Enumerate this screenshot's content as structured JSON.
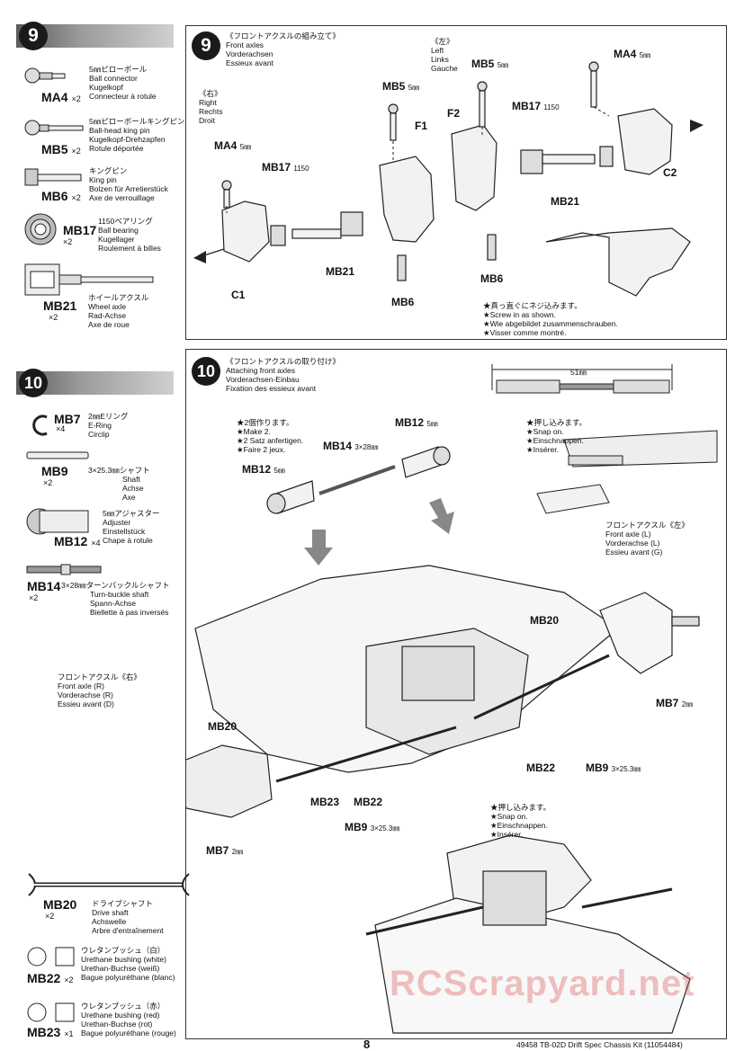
{
  "step9": {
    "number": "9",
    "title_jp": "《フロントアクスルの組み立て》",
    "title_en": "Front axles",
    "title_de": "Vorderachsen",
    "title_fr": "Essieux avant",
    "parts": [
      {
        "code": "MA4",
        "qty": "×2",
        "jp": "5㎜ピローボール",
        "en": "Ball connector",
        "de": "Kugelkopf",
        "fr": "Connecteur à rotule"
      },
      {
        "code": "MB5",
        "qty": "×2",
        "jp": "5㎜ピローボールキングピン",
        "en": "Ball-head king pin",
        "de": "Kugelkopf-Drehzapfen",
        "fr": "Rotule déportée"
      },
      {
        "code": "MB6",
        "qty": "×2",
        "jp": "キングピン",
        "en": "King pin",
        "de": "Bolzen für Arretierstück",
        "fr": "Axe de verrouillage"
      },
      {
        "code": "MB17",
        "qty": "×2",
        "jp": "1150ベアリング",
        "en": "Ball bearing",
        "de": "Kugellager",
        "fr": "Roulement à billes"
      },
      {
        "code": "MB21",
        "qty": "×2",
        "jp": "ホイールアクスル",
        "en": "Wheel axle",
        "de": "Rad-Achse",
        "fr": "Axe de roue"
      }
    ],
    "right_jp": "《右》",
    "right_en": "Right",
    "right_de": "Rechts",
    "right_fr": "Droit",
    "left_jp": "《左》",
    "left_en": "Left",
    "left_de": "Links",
    "left_fr": "Gauche",
    "labels": {
      "ma4": "MA4",
      "mb5": "MB5",
      "mb17": "MB17",
      "n1150": "1150",
      "f1": "F1",
      "f2": "F2",
      "c1": "C1",
      "c2": "C2",
      "mb21": "MB21",
      "mb6": "MB6",
      "mm5": "5㎜"
    },
    "note_jp": "★真っ直ぐにネジ込みます。",
    "note_en": "★Screw in as shown.",
    "note_de": "★Wie abgebildet zusammenschrauben.",
    "note_fr": "★Visser comme montré."
  },
  "step10": {
    "number": "10",
    "title_jp": "《フロントアクスルの取り付け》",
    "title_en": "Attaching front axles",
    "title_de": "Vorderachsen-Einbau",
    "title_fr": "Fixation des essieux avant",
    "parts": [
      {
        "code": "MB7",
        "qty": "×4",
        "jp": "2㎜Eリング",
        "en": "E-Ring",
        "de": "Circlip",
        "fr": ""
      },
      {
        "code": "MB9",
        "qty": "×2",
        "jp": "3×25.3㎜シャフト",
        "en": "Shaft",
        "de": "Achse",
        "fr": "Axe"
      },
      {
        "code": "MB12",
        "qty": "×4",
        "jp": "5㎜アジャスター",
        "en": "Adjuster",
        "de": "Einstellstück",
        "fr": "Chape à rotule"
      },
      {
        "code": "MB14",
        "qty": "×2",
        "jp": "3×28㎜ターンバックルシャフト",
        "en": "Turn-buckle shaft",
        "de": "Spann-Achse",
        "fr": "Biellette à pas inversés"
      }
    ],
    "make2_jp": "★2個作ります。",
    "make2_en": "★Make 2.",
    "make2_de": "★2 Satz anfertigen.",
    "make2_fr": "★Faire 2 jeux.",
    "snap_jp": "★押し込みます。",
    "snap_en": "★Snap on.",
    "snap_de": "★Einschnappen.",
    "snap_fr": "★Insérer.",
    "dim": "51㎜",
    "axle_left_jp": "フロントアクスル《左》",
    "axle_left_en": "Front axle (L)",
    "axle_left_de": "Vorderachse (L)",
    "axle_left_fr": "Essieu avant (G)",
    "axle_right_jp": "フロントアクスル《右》",
    "axle_right_en": "Front axle (R)",
    "axle_right_de": "Vorderachse (R)",
    "axle_right_fr": "Essieu avant (D)",
    "labels": {
      "mb12": "MB12",
      "mb14": "MB14",
      "mb20": "MB20",
      "mb7": "MB7",
      "mb9": "MB9",
      "mb22": "MB22",
      "mb23": "MB23",
      "mm5": "5㎜",
      "mm328": "3×28㎜",
      "mm2": "2㎜",
      "mm325": "3×25.3㎜"
    }
  },
  "bottom_parts": [
    {
      "code": "MB20",
      "qty": "×2",
      "jp": "ドライブシャフト",
      "en": "Drive shaft",
      "de": "Achswelle",
      "fr": "Arbre d'entraînement"
    },
    {
      "code": "MB22",
      "qty": "×2",
      "jp": "ウレタンブッシュ（白）",
      "en": "Urethane bushing (white)",
      "de": "Urethan-Buchse (weiß)",
      "fr": "Bague polyuréthane (blanc)"
    },
    {
      "code": "MB23",
      "qty": "×1",
      "jp": "ウレタンブッシュ（赤）",
      "en": "Urethane bushing (red)",
      "de": "Urethan-Buchse (rot)",
      "fr": "Bague polyuréthane (rouge)"
    }
  ],
  "footer": {
    "page": "8",
    "kit": "49458  TB-02D Drift Spec Chassis Kit (11054484)"
  },
  "watermark": "RCScrapyard.net"
}
